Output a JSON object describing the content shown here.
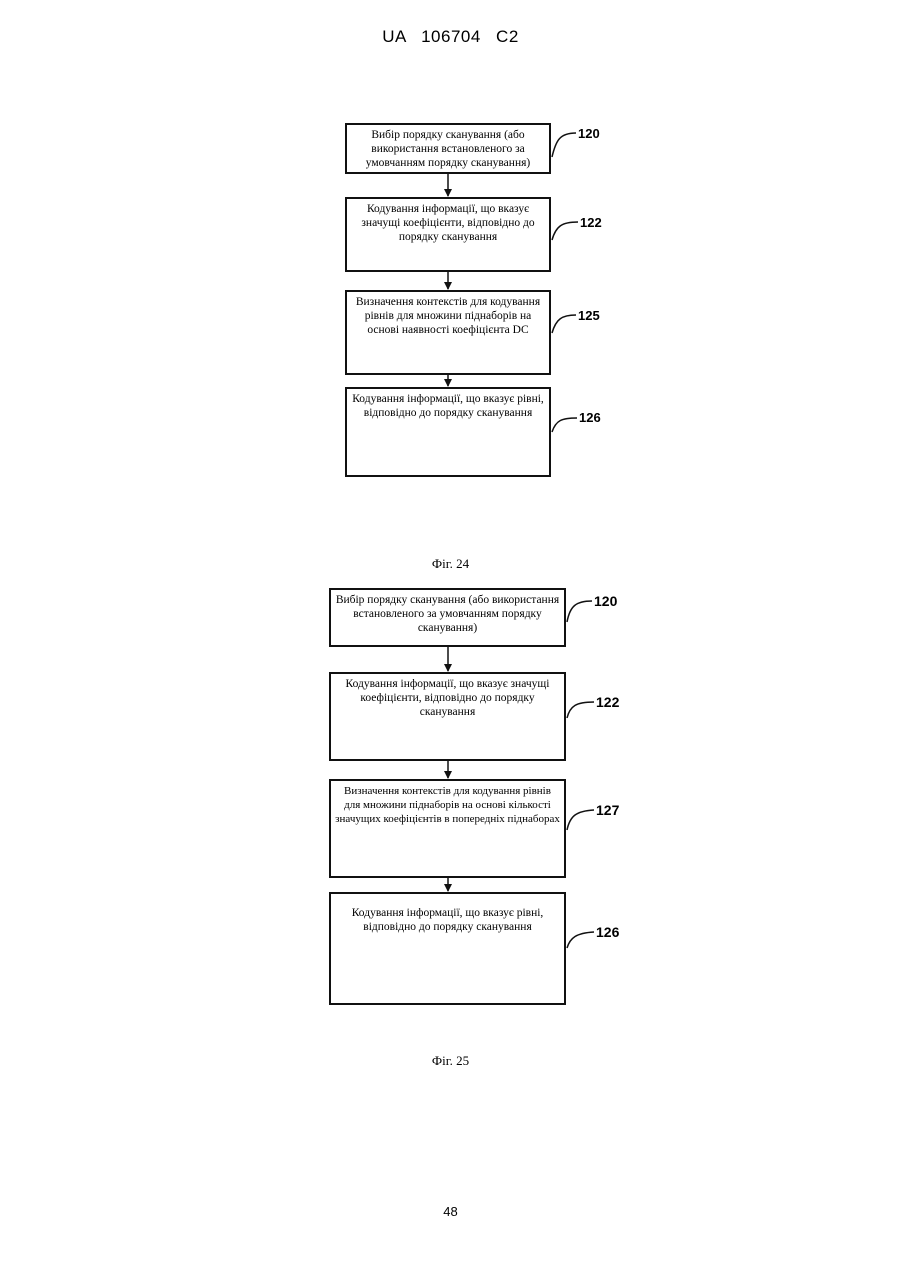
{
  "header": "UA 106704 C2",
  "fig24": {
    "steps": [
      {
        "text": "Вибір порядку сканування (або використання встановленого за умовчанням порядку сканування)",
        "ref": "120"
      },
      {
        "text": "Кодування інформації, що вказує значущі коефіцієнти, відповідно до порядку сканування",
        "ref": "122"
      },
      {
        "text": "Визначення контекстів для кодування рівнів для множини піднаборів на основі наявності коефіцієнта DC",
        "ref": "125"
      },
      {
        "text": "Кодування інформації, що вказує рівні, відповідно до порядку сканування",
        "ref": "126"
      }
    ],
    "caption": "Фіг. 24"
  },
  "fig25": {
    "steps": [
      {
        "text": "Вибір порядку сканування (або використання встановленого за умовчанням порядку сканування)",
        "ref": "120"
      },
      {
        "text": "Кодування інформації, що вказує значущі коефіцієнти, відповідно до порядку сканування",
        "ref": "122"
      },
      {
        "text": "Визначення контекстів для кодування рівнів для множини піднаборів на основі кількості значущих коефіцієнтів в попередніх піднаборах",
        "ref": "127"
      },
      {
        "text": "Кодування інформації, що вказує рівні, відповідно до порядку сканування",
        "ref": "126"
      }
    ],
    "caption": "Фіг. 25"
  },
  "page_number": "48"
}
